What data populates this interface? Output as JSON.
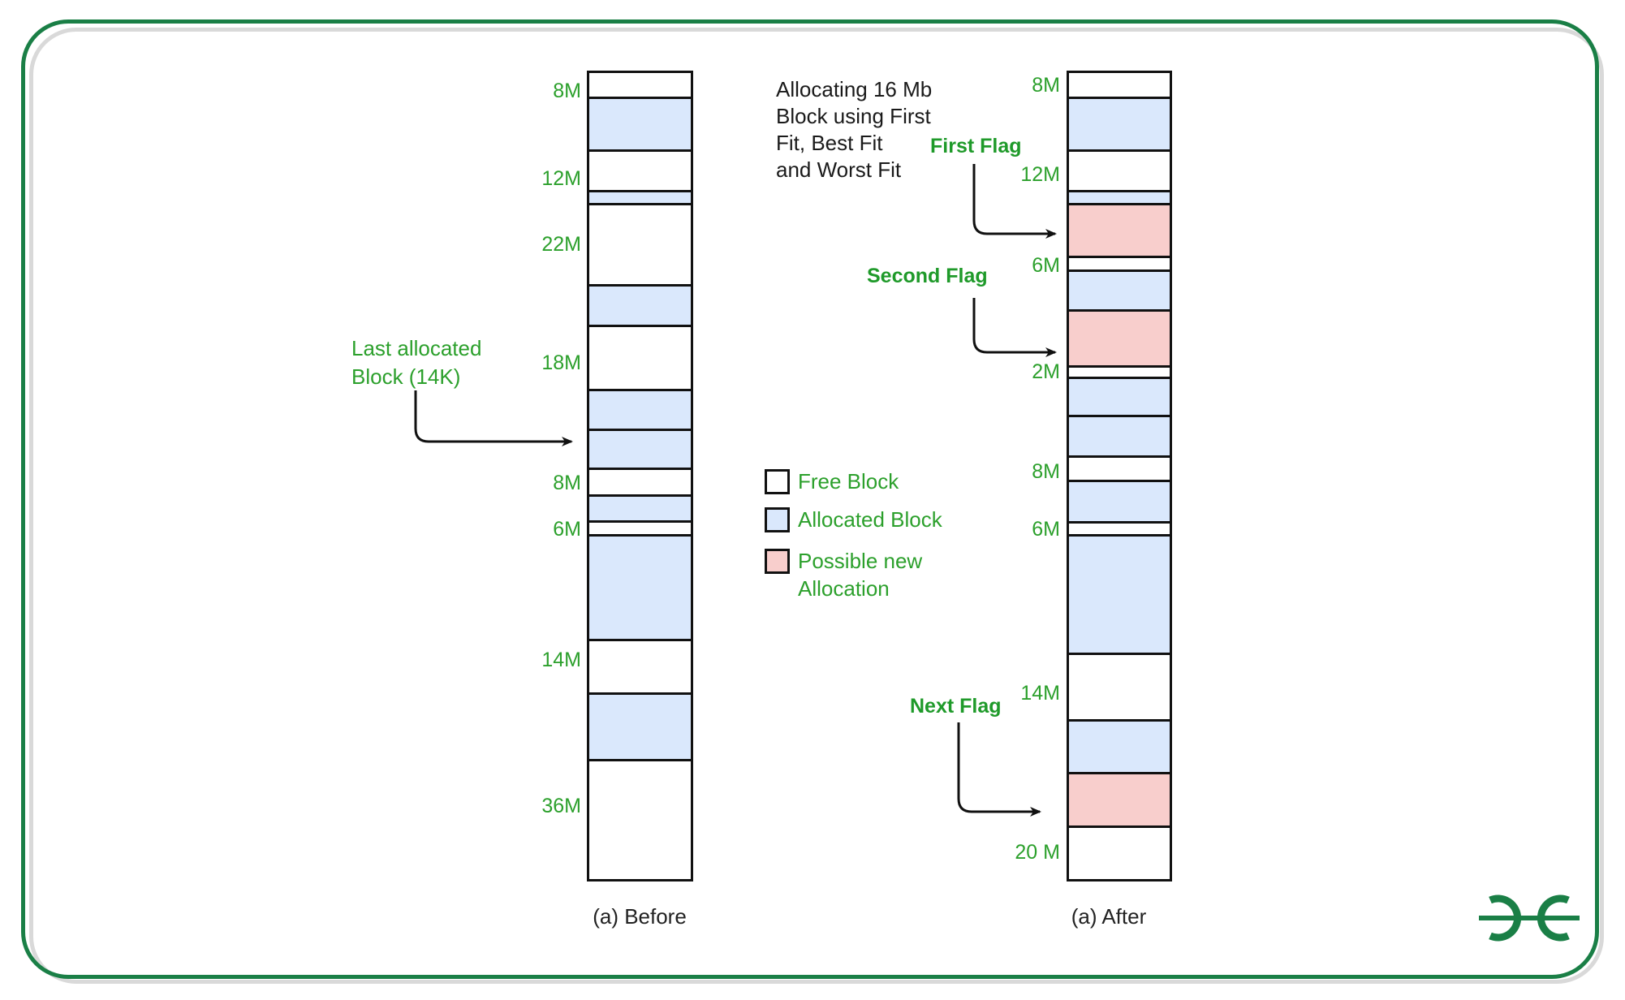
{
  "title_lines": [
    "Allocating 16 Mb",
    "Block using First",
    "Fit, Best Fit",
    "and Worst Fit"
  ],
  "colors": {
    "free": "#ffffff",
    "allocated": "#dae8fc",
    "possible": "#f8cecc",
    "label_green": "#2ca02c",
    "brand_green": "#1a7f46"
  },
  "legend": [
    {
      "type": "free",
      "label_lines": [
        "Free Block"
      ]
    },
    {
      "type": "allocated",
      "label_lines": [
        "Allocated Block"
      ]
    },
    {
      "type": "possible",
      "label_lines": [
        "Possible new",
        "Allocation"
      ]
    }
  ],
  "before": {
    "caption": "(a) Before",
    "blocks": [
      "free",
      "allocated",
      "free",
      "allocated",
      "free",
      "allocated",
      "free",
      "allocated",
      "allocated",
      "free",
      "allocated",
      "free",
      "allocated",
      "free",
      "allocated",
      "free"
    ],
    "size_labels": [
      "8M",
      "12M",
      "22M",
      "18M",
      "8M",
      "6M",
      "14M",
      "36M"
    ],
    "note_lines": [
      "Last allocated",
      "Block (14K)"
    ]
  },
  "after": {
    "caption": "(a) After",
    "blocks": [
      "free",
      "allocated",
      "free",
      "allocated",
      "possible",
      "free",
      "allocated",
      "possible",
      "free",
      "allocated",
      "allocated",
      "free",
      "allocated",
      "free",
      "allocated",
      "free",
      "allocated",
      "possible",
      "free"
    ],
    "size_labels": [
      "8M",
      "12M",
      "6M",
      "2M",
      "8M",
      "6M",
      "14M",
      "20 M"
    ],
    "flags": [
      "First Flag",
      "Second Flag",
      "Next Flag"
    ]
  },
  "logo_text": "GfG"
}
